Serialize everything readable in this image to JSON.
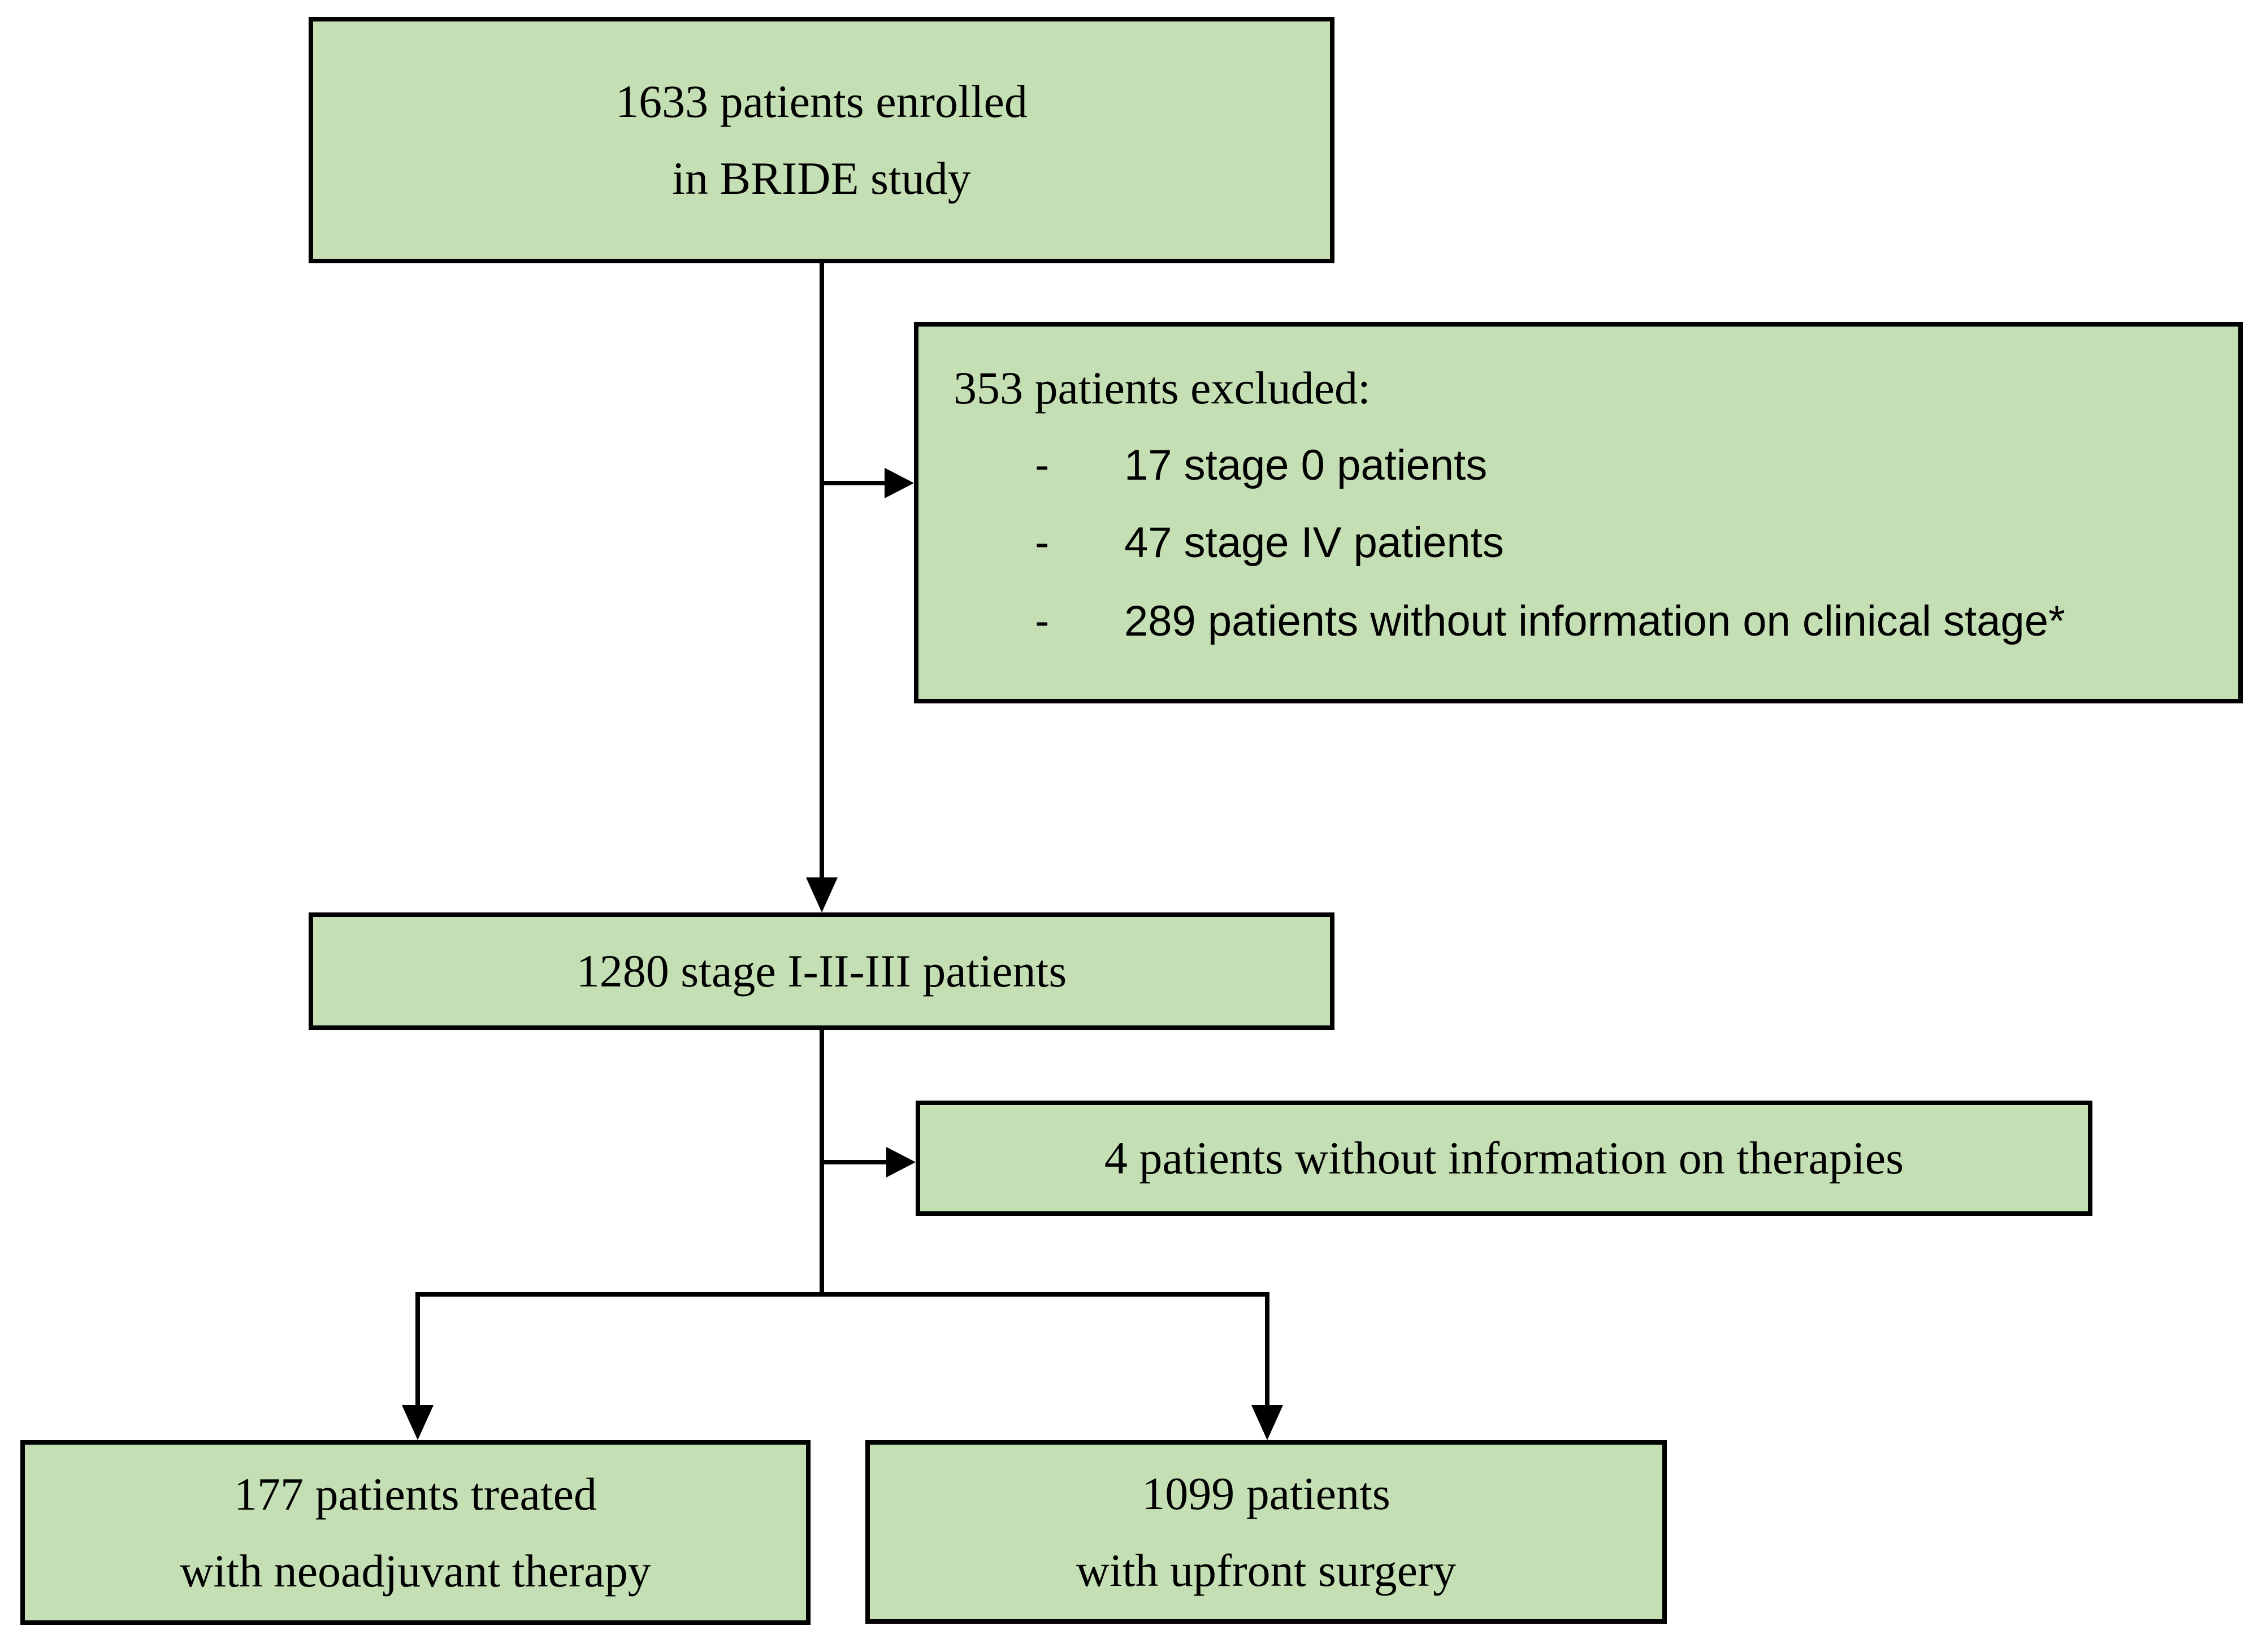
{
  "diagram": {
    "colors": {
      "box_fill": "#c5dfb4",
      "box_border": "#000000",
      "connector": "#000000"
    },
    "box_enrolled": {
      "line1": "1633 patients enrolled",
      "line2": "in BRIDE study"
    },
    "box_excluded": {
      "header": "353 patients excluded:",
      "bullets": [
        {
          "marker": "-",
          "text": "17 stage 0 patients"
        },
        {
          "marker": "-",
          "text": "47 stage IV patients"
        },
        {
          "marker": "-",
          "text": "289 patients without information on clinical stage*"
        }
      ]
    },
    "box_stage": {
      "text": "1280 stage I-II-III patients"
    },
    "box_no_therapy_info": {
      "text": "4 patients without information on therapies"
    },
    "box_neoadjuvant": {
      "line1": "177 patients treated",
      "line2": "with neoadjuvant therapy"
    },
    "box_surgery": {
      "line1": "1099 patients",
      "line2": "with upfront surgery"
    }
  }
}
